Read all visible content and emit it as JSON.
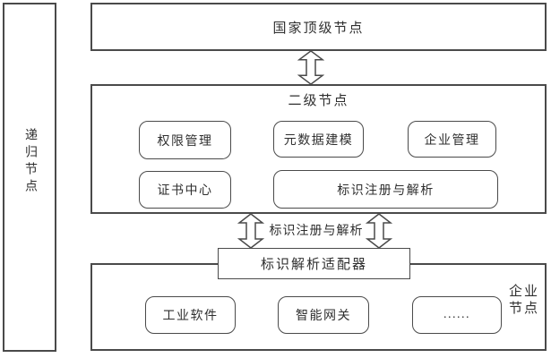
{
  "colors": {
    "line": "#4a4a4a",
    "text": "#2f2f2f",
    "background": "#ffffff"
  },
  "recursive_node": {
    "label": "递归节点"
  },
  "top_node": {
    "label": "国家顶级节点"
  },
  "second_level": {
    "label": "二级节点",
    "modules": [
      "权限管理",
      "元数据建模",
      "企业管理",
      "证书中心",
      "标识注册与解析"
    ]
  },
  "link": {
    "label": "标识注册与解析"
  },
  "adapter": {
    "label": "标识解析适配器"
  },
  "enterprise": {
    "label": "企业节点",
    "label_lines": [
      "企业",
      "节点"
    ],
    "modules": [
      "工业软件",
      "智能网关",
      "......"
    ]
  }
}
